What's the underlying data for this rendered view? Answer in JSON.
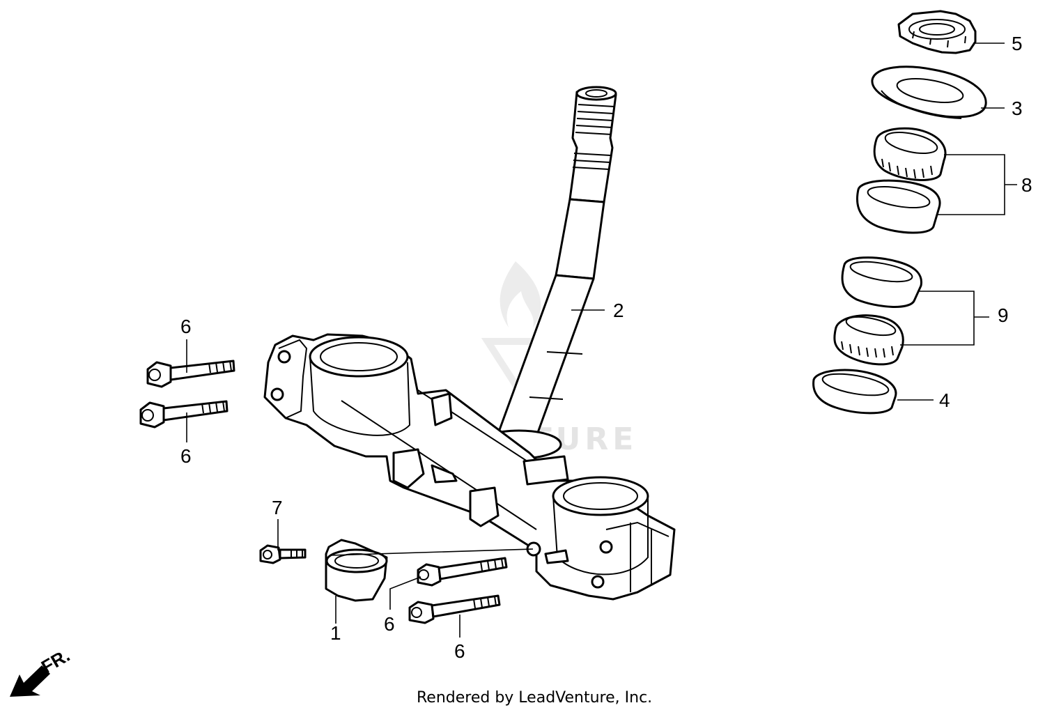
{
  "callouts": {
    "c1": "1",
    "c2": "2",
    "c3": "3",
    "c4": "4",
    "c5": "5",
    "c6a": "6",
    "c6b": "6",
    "c6c": "6",
    "c6d": "6",
    "c7": "7",
    "c8": "8",
    "c9": "9"
  },
  "front_indicator": "FR.",
  "watermark": "LEADVENTURE",
  "credit": "Rendered by LeadVenture, Inc."
}
